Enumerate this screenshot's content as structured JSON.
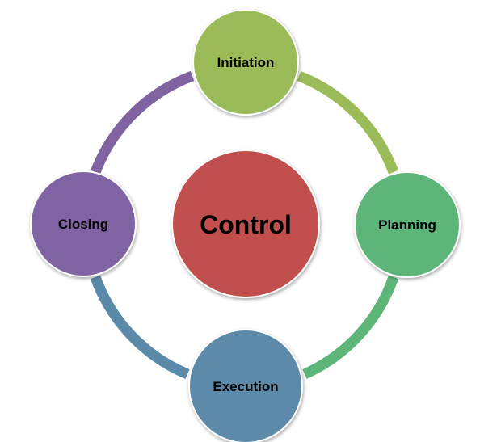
{
  "diagram": {
    "center": {
      "label": "Control",
      "color": "#c0504d"
    },
    "phases": [
      {
        "label": "Initiation",
        "color": "#9bbb59",
        "arc_color": "#9bbb59"
      },
      {
        "label": "Planning",
        "color": "#5db57a",
        "arc_color": "#5db57a"
      },
      {
        "label": "Execution",
        "color": "#5b8aa8",
        "arc_color": "#5b8aa8"
      },
      {
        "label": "Closing",
        "color": "#8064a2",
        "arc_color": "#8064a2"
      }
    ]
  }
}
